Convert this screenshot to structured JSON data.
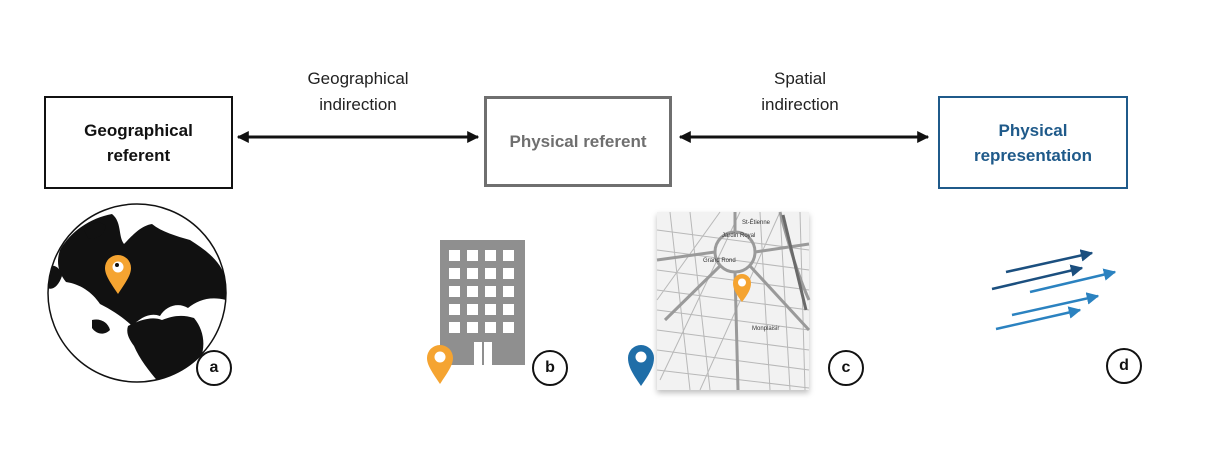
{
  "boxes": {
    "geographical_referent": {
      "line1": "Geographical",
      "line2": "referent"
    },
    "physical_referent": {
      "label": "Physical referent"
    },
    "physical_representation": {
      "line1": "Physical",
      "line2": "representation"
    }
  },
  "arrows": {
    "geographical_indirection": {
      "line1": "Geographical",
      "line2": "indirection"
    },
    "spatial_indirection": {
      "line1": "Spatial",
      "line2": "indirection"
    }
  },
  "map": {
    "labels": [
      "St-Étienne",
      "Jardin Royal",
      "Monplaisir",
      "Grand Rond"
    ]
  },
  "badges": [
    "a",
    "b",
    "c",
    "d"
  ],
  "colors": {
    "black": "#111111",
    "grey_box": "#6f6f6f",
    "blue_box": "#1f5a8a",
    "pin_orange": "#f5a431",
    "pin_blue": "#1f6ea8",
    "building": "#8f8f8f",
    "arrow_dark_blue": "#1b4f7f",
    "arrow_light_blue": "#2b82c0"
  },
  "icons": [
    "globe-icon",
    "location-pin-icon",
    "building-icon",
    "street-map-icon",
    "flow-arrows-icon"
  ]
}
